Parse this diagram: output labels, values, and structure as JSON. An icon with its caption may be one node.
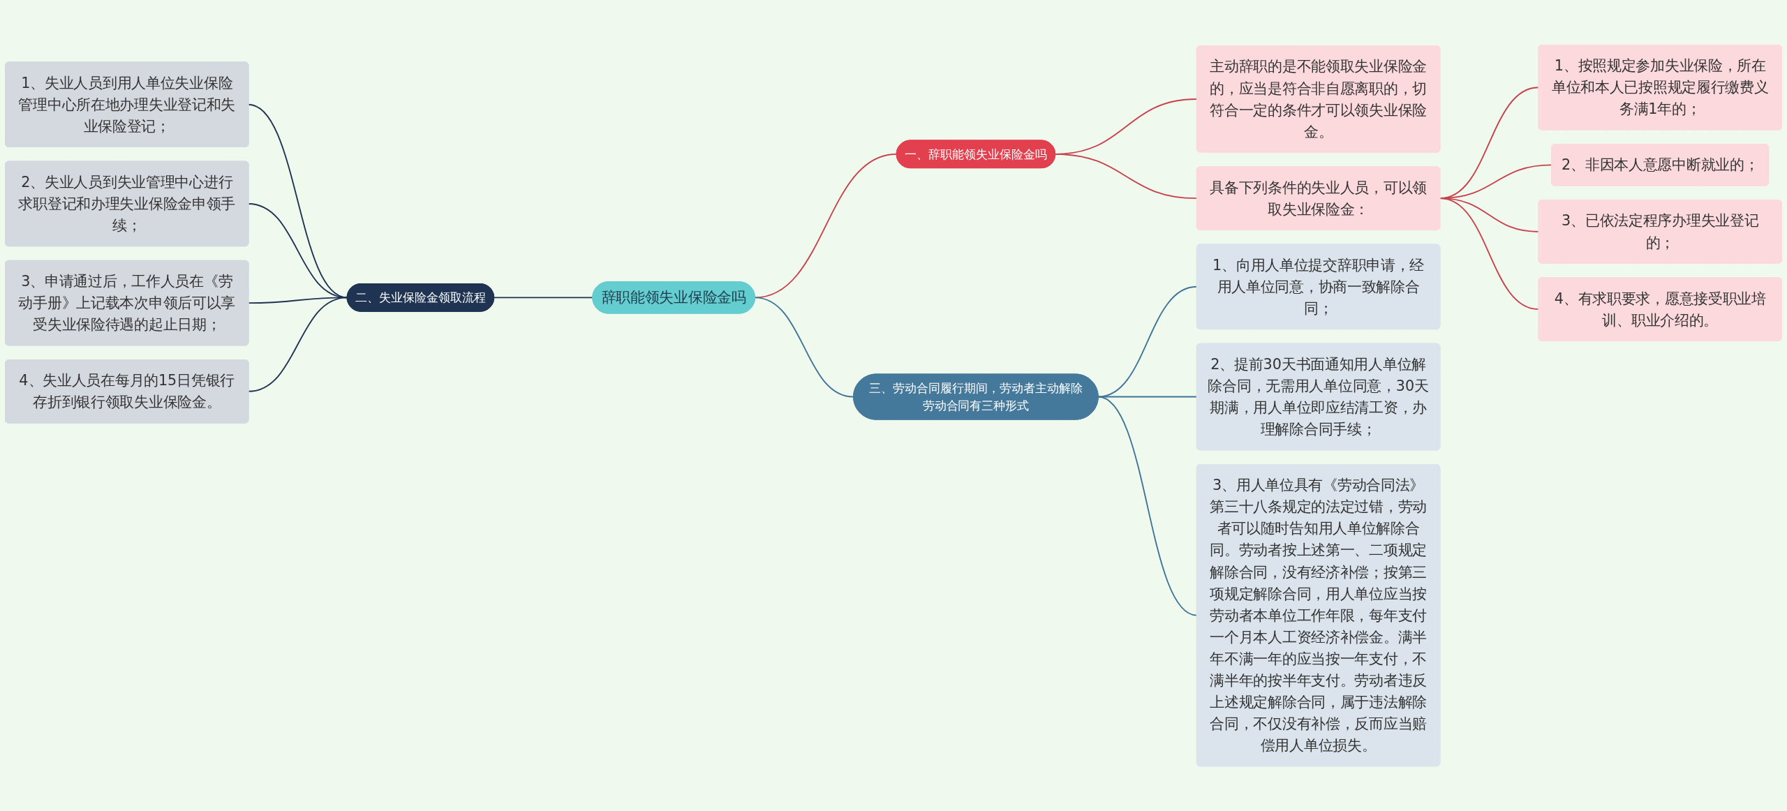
{
  "diagram": {
    "nodes": [
      {
        "text": [
          "辞职能领失业保险金吗"
        ]
      },
      {
        "text": [
          "一、辞职能领失业保险金吗"
        ]
      },
      {
        "text": [
          "主动辞职的是不能领取失业保险金的，应当是符合非自愿离职的，切符合一定的条件才可以领失业保险金。"
        ]
      },
      {
        "text": [
          "具备下列条件的失业人员，可以领取失业保险金："
        ]
      },
      {
        "text": [
          "1、按照规定参加失业保险，所在单位和本人已按照规定履行缴费义务满1年的；"
        ]
      },
      {
        "text": [
          "2、非因本人意愿中断就业的；"
        ]
      },
      {
        "text": [
          "3、已依法定程序办理失业登记的；"
        ]
      },
      {
        "text": [
          "4、有求职要求，愿意接受职业培训、职业介绍的。"
        ]
      },
      {
        "text": [
          "二、失业保险金领取流程"
        ]
      },
      {
        "text": [
          "1、失业人员到用人单位失业保险管理中心所在地办理失业登记和失业保险登记；"
        ]
      },
      {
        "text": [
          "2、失业人员到失业管理中心进行求职登记和办理失业保险金申领手续；"
        ]
      },
      {
        "text": [
          "3、申请通过后，工作人员在《劳动手册》上记载本次申领后可以享受失业保险待遇的起止日期；"
        ]
      },
      {
        "text": [
          "4、失业人员在每月的15日凭银行存折到银行领取失业保险金。"
        ]
      },
      {
        "text": [
          "三、劳动合同履行期间，劳动者主动解除劳动合同有三种形式"
        ]
      },
      {
        "text": [
          "1、向用人单位提交辞职申请，经用人单位同意，协商一致解除合同；"
        ]
      },
      {
        "text": [
          "2、提前30天书面通知用人单位解除合同，无需用人单位同意，30天期满，用人单位即应结清工资，办理解除合同手续；"
        ]
      },
      {
        "text": [
          "3、用人单位具有《劳动合同法》第三十八条规定的法定过错，劳动者可以随时告知用人单位解除合同。劳动者按上述第一、二项规定解除合同，没有经济补偿；按第三项规定解除合同，用人单位应当按劳动者本单位工作年限，每年支付一个月本人工资经济补偿金。满半年不满一年的应当按一年支付，不满半年的按半年支付。劳动者违反上述规定解除合同，属于违法解除合同，不仅没有补偿，反而应当赔偿用人单位损失。"
        ]
      }
    ],
    "edges": [
      {
        "from": 0,
        "to": 1,
        "arrow": "none",
        "color": "#c8404c"
      },
      {
        "from": 1,
        "to": 2,
        "arrow": "none",
        "color": "#c8404c"
      },
      {
        "from": 1,
        "to": 3,
        "arrow": "none",
        "color": "#c8404c"
      },
      {
        "from": 3,
        "to": 4,
        "arrow": "none",
        "color": "#c8404c"
      },
      {
        "from": 3,
        "to": 5,
        "arrow": "none",
        "color": "#c8404c"
      },
      {
        "from": 3,
        "to": 6,
        "arrow": "none",
        "color": "#c8404c"
      },
      {
        "from": 3,
        "to": 7,
        "arrow": "none",
        "color": "#c8404c"
      },
      {
        "from": 8,
        "to": 0,
        "arrow": "none",
        "color": "#1f3352"
      },
      {
        "from": 9,
        "to": 8,
        "arrow": "none",
        "color": "#1f3352"
      },
      {
        "from": 10,
        "to": 8,
        "arrow": "none",
        "color": "#1f3352"
      },
      {
        "from": 11,
        "to": 8,
        "arrow": "none",
        "color": "#1f3352"
      },
      {
        "from": 12,
        "to": 8,
        "arrow": "none",
        "color": "#1f3352"
      },
      {
        "from": 0,
        "to": 13,
        "arrow": "none",
        "color": "#3f7497"
      },
      {
        "from": 13,
        "to": 14,
        "arrow": "none",
        "color": "#3f7497"
      },
      {
        "from": 13,
        "to": 15,
        "arrow": "none",
        "color": "#3f7497"
      },
      {
        "from": 13,
        "to": 16,
        "arrow": "none",
        "color": "#3f7497"
      }
    ]
  }
}
